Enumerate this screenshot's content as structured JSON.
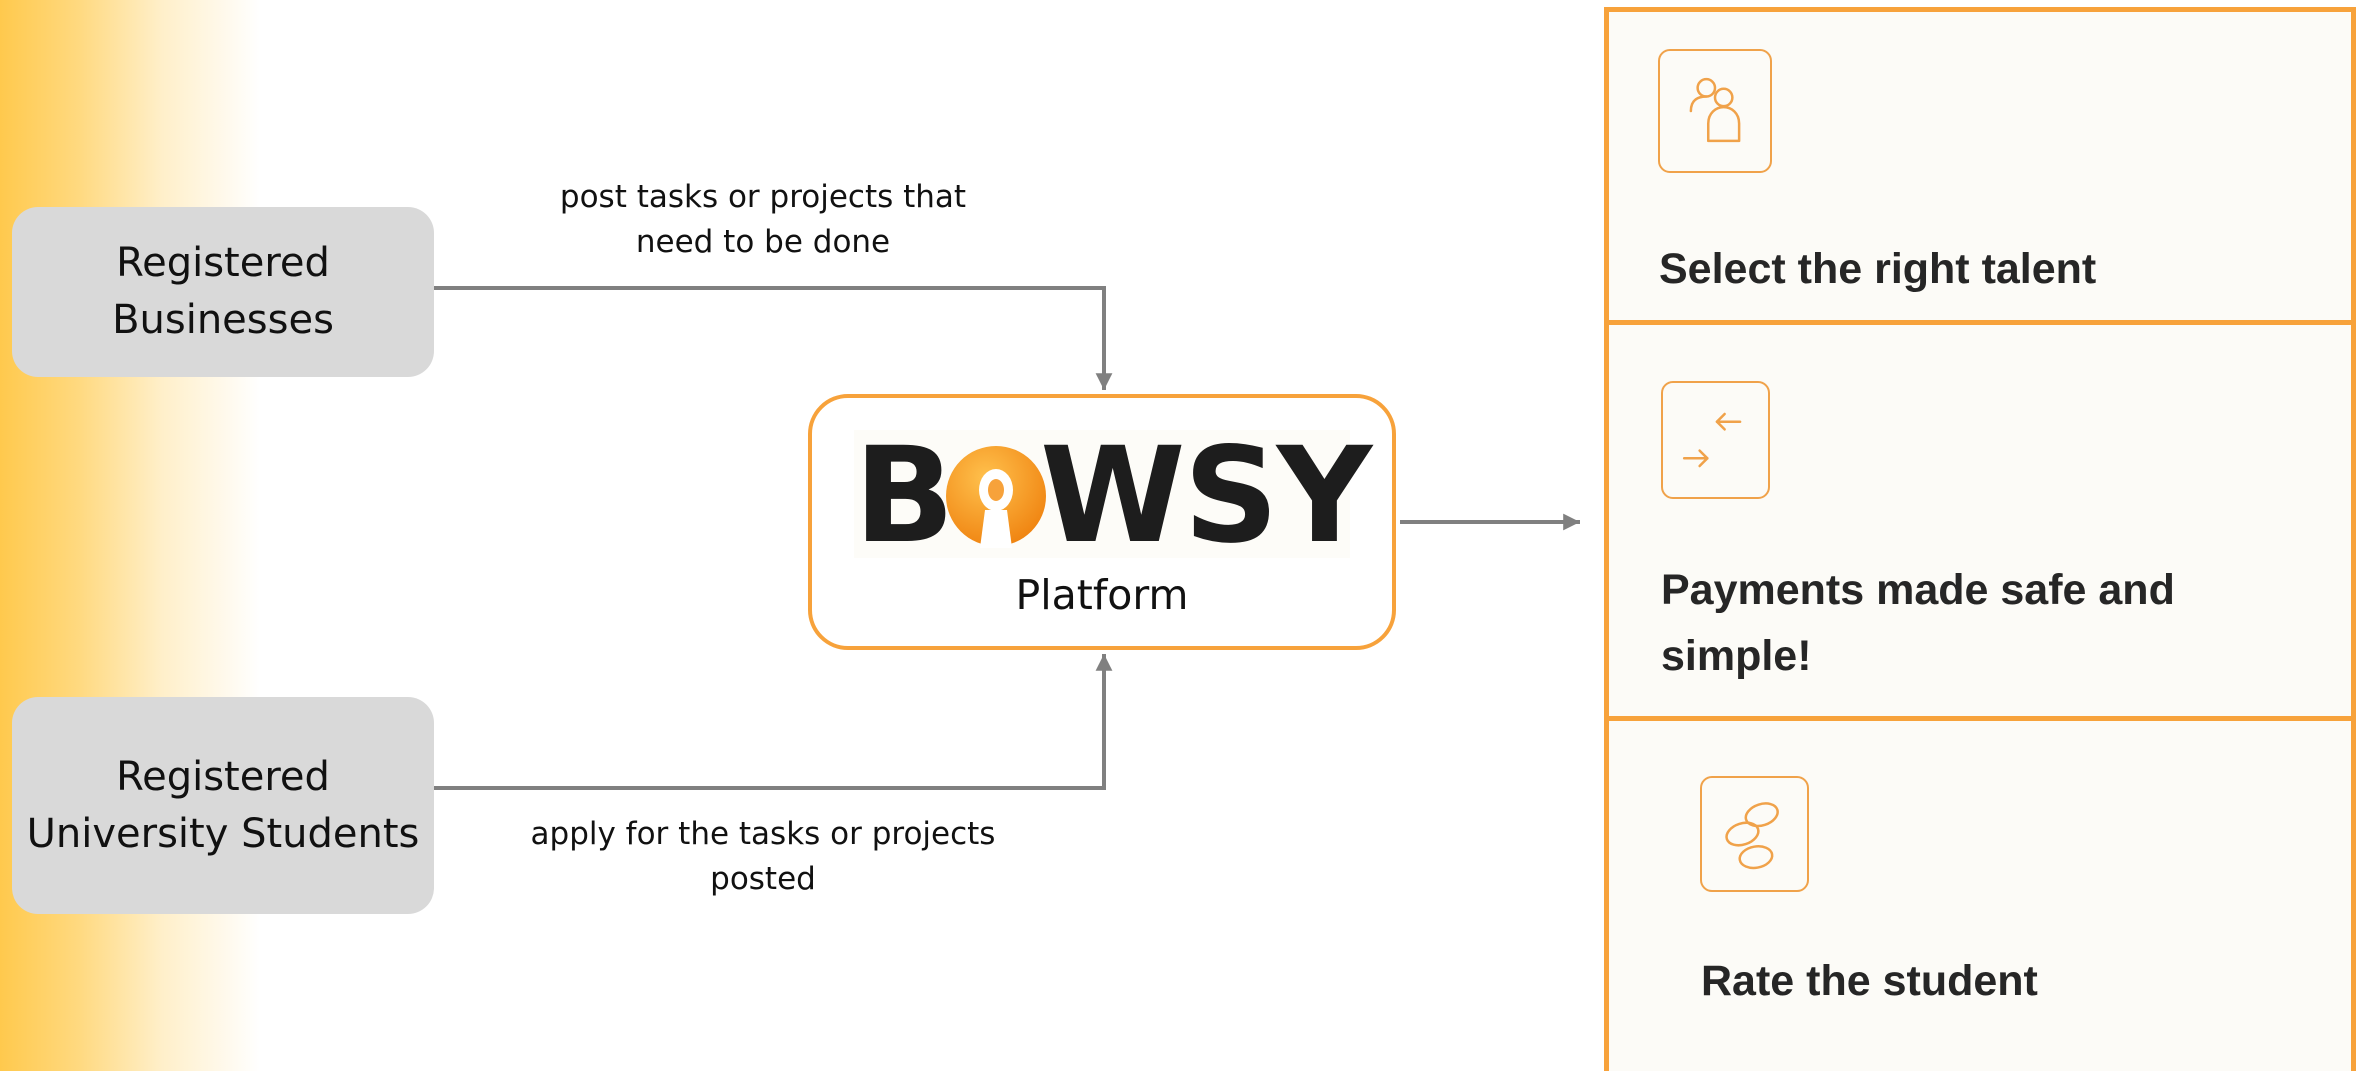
{
  "actors": {
    "businesses": {
      "line1": "Registered",
      "line2": "Businesses"
    },
    "students": {
      "line1": "Registered",
      "line2": "University Students"
    }
  },
  "flows": {
    "post": {
      "line1": "post tasks or projects that",
      "line2": "need to be done"
    },
    "apply": {
      "line1": "apply for the tasks or projects",
      "line2": "posted"
    }
  },
  "platform": {
    "logo_first": "B",
    "logo_rest": "WSY",
    "logo_mark": "bowsy-o-logo-icon",
    "label": "Platform"
  },
  "features": [
    {
      "icon": "people-icon",
      "line1": "Select the right talent",
      "line2": ""
    },
    {
      "icon": "exchange-arrows-icon",
      "line1": "Payments made safe and",
      "line2": "simple!"
    },
    {
      "icon": "coins-icon",
      "line1": "Rate the student",
      "line2": ""
    }
  ],
  "colors": {
    "accent_orange": "#f7a23b",
    "pill_grey": "#d9d9d9",
    "connector_grey": "#808080",
    "gradient_yellow": "#ffc94d",
    "logo_dark": "#1d1d1d",
    "logo_orange_light": "#ffb640",
    "logo_orange_dark": "#f08512"
  }
}
